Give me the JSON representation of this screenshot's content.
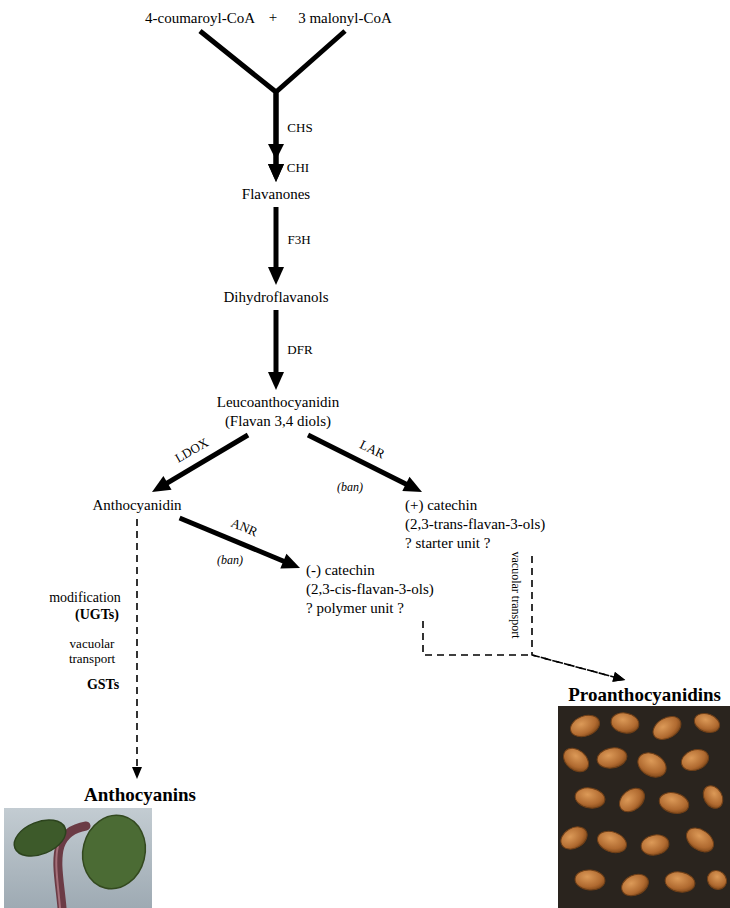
{
  "diagram": {
    "nodes": [
      {
        "text": [
          "4-coumaroyl-CoA"
        ]
      },
      {
        "text": [
          "3 malonyl-CoA"
        ]
      },
      {
        "text": [
          "Flavanones"
        ]
      },
      {
        "text": [
          "Dihydroflavanols"
        ]
      },
      {
        "text": [
          "Leucoanthocyanidin",
          "(Flavan 3,4 diols)"
        ]
      },
      {
        "text": [
          "Anthocyanidin"
        ]
      },
      {
        "text": [
          "(+) catechin",
          "(2,3-trans-flavan-3-ols)",
          "? starter unit ?"
        ]
      },
      {
        "text": [
          "(-) catechin",
          "(2,3-cis-flavan-3-ols)",
          "? polymer unit ?"
        ]
      },
      {
        "text": [
          "Anthocyanins"
        ]
      },
      {
        "text": [
          "Proanthocyanidins"
        ]
      }
    ],
    "edges": [
      {
        "from": 0,
        "to": 2,
        "arrow": "to"
      },
      {
        "from": 1,
        "to": 2,
        "arrow": "to"
      },
      {
        "from": 2,
        "to": 3,
        "arrow": "to",
        "label": "F3H"
      },
      {
        "from": 3,
        "to": 4,
        "arrow": "to",
        "label": "DFR"
      },
      {
        "from": 4,
        "to": 5,
        "arrow": "to",
        "label": "LDOX"
      },
      {
        "from": 4,
        "to": 6,
        "arrow": "to",
        "label": "LAR"
      },
      {
        "from": 5,
        "to": 7,
        "arrow": "to",
        "label": "ANR"
      },
      {
        "from": 5,
        "to": 8,
        "arrow": "to"
      },
      {
        "from": 6,
        "to": 9,
        "arrow": "to"
      },
      {
        "from": 7,
        "to": 9,
        "arrow": "to"
      }
    ],
    "labels": [
      "+",
      "CHS",
      "CHI",
      "(ban)",
      "(ban)",
      "modification",
      "(UGTs)",
      "vacuolar transport",
      "GSTs",
      "vacuolar transport"
    ]
  }
}
